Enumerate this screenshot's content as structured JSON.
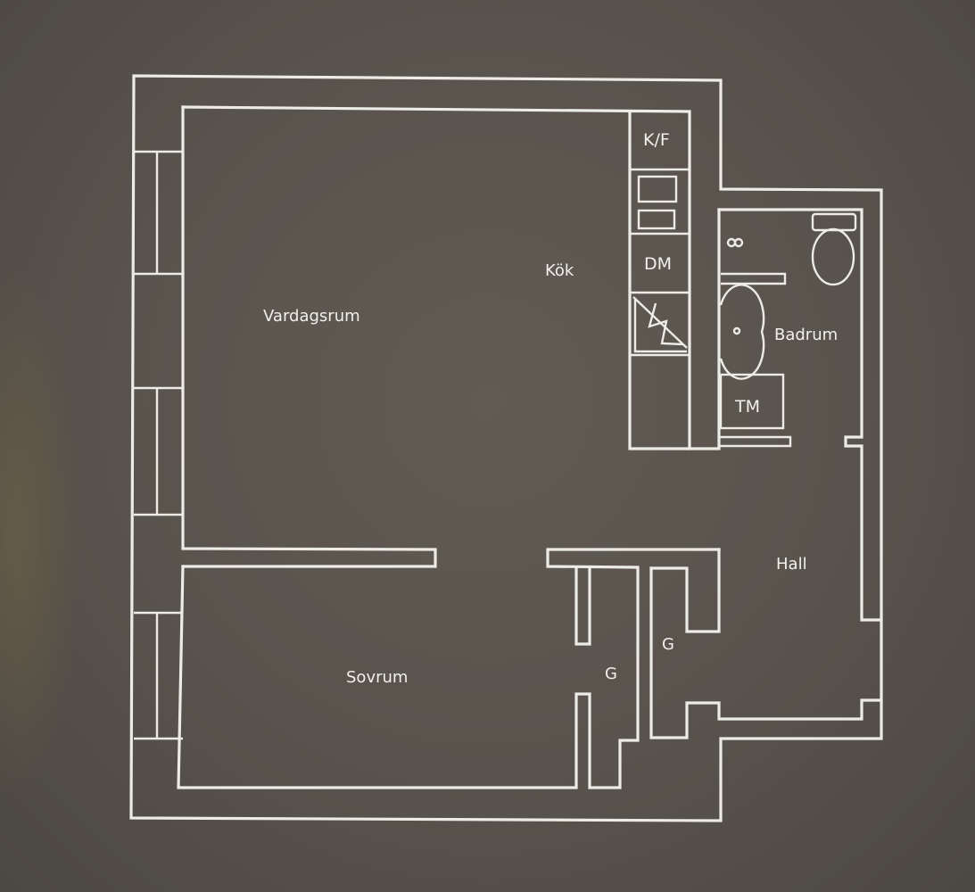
{
  "rooms": {
    "vardagsrum": "Vardagsrum",
    "kok": "Kök",
    "sovrum": "Sovrum",
    "hall": "Hall",
    "badrum": "Badrum"
  },
  "fixtures": {
    "kf": "K/F",
    "dm": "DM",
    "tm": "TM",
    "closet_bedroom": "G",
    "closet_hall": "G"
  },
  "colors": {
    "background": "#5a554e",
    "lines": "#ecebe6"
  },
  "icons": [
    "toilet-icon",
    "sink-icon",
    "stove-icon",
    "oven-icon",
    "stove-hood-icon",
    "door-handle-icon"
  ]
}
